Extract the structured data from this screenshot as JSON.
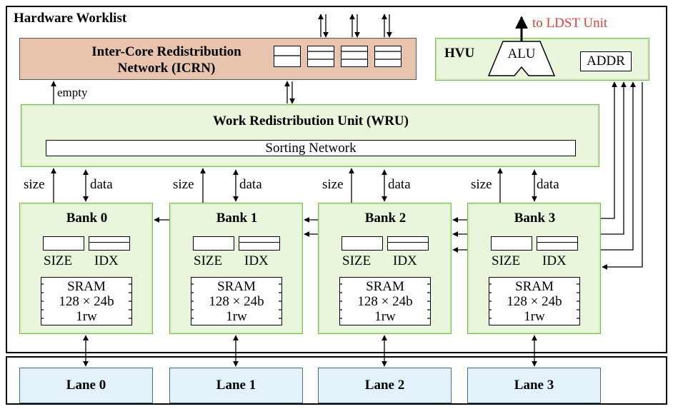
{
  "worklist": {
    "title": "Hardware Worklist"
  },
  "icrn": {
    "title_line1": "Inter-Core Redistribution",
    "title_line2": "Network (ICRN)"
  },
  "hvu": {
    "title": "HVU",
    "alu": "ALU",
    "addr": "ADDR",
    "ldst": "to LDST Unit"
  },
  "wru": {
    "title": "Work Redistribution Unit (WRU)",
    "sorting": "Sorting Network",
    "empty_label": "empty"
  },
  "bank_labels": {
    "size_signal": "size",
    "data_signal": "data"
  },
  "banks": [
    {
      "title": "Bank 0",
      "size": "SIZE",
      "idx": "IDX",
      "sram_line1": "SRAM",
      "sram_line2": "128 × 24b",
      "sram_line3": "1rw"
    },
    {
      "title": "Bank 1",
      "size": "SIZE",
      "idx": "IDX",
      "sram_line1": "SRAM",
      "sram_line2": "128 × 24b",
      "sram_line3": "1rw"
    },
    {
      "title": "Bank 2",
      "size": "SIZE",
      "idx": "IDX",
      "sram_line1": "SRAM",
      "sram_line2": "128 × 24b",
      "sram_line3": "1rw"
    },
    {
      "title": "Bank 3",
      "size": "SIZE",
      "idx": "IDX",
      "sram_line1": "SRAM",
      "sram_line2": "128 × 24b",
      "sram_line3": "1rw"
    }
  ],
  "lanes": [
    "Lane 0",
    "Lane 1",
    "Lane 2",
    "Lane 3"
  ],
  "colors": {
    "block_fill": "#eaf6dc",
    "block_border": "#76b852",
    "icrn_fill": "#e8c4ae",
    "lane_fill": "#e3f1fb",
    "ldst_text": "#e0403a"
  }
}
